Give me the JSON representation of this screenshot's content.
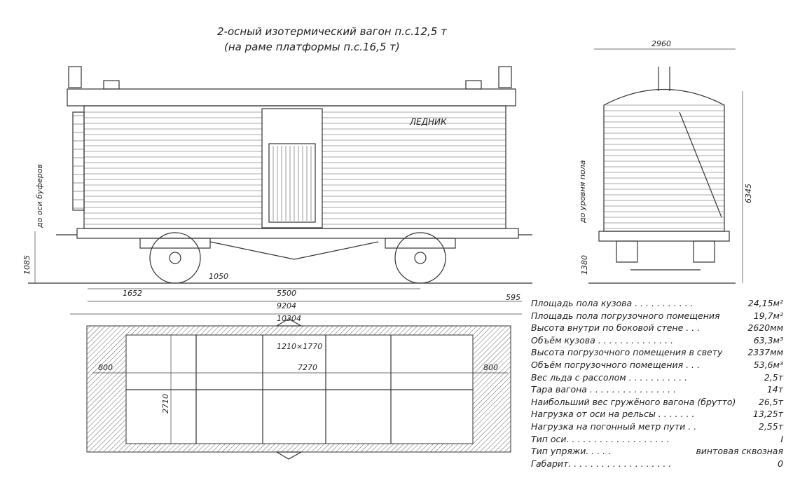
{
  "title": {
    "line1": "2-осный изотермический вагон п.с.12,5 т",
    "line2": "(на раме платформы п.с.16,5 т)"
  },
  "side_view": {
    "label": "ЛЕДНИК",
    "buffer_axis_note": "до оси буферов",
    "dims": {
      "height_buffer": "1085",
      "wheel_dia": "1050",
      "overhang": "1652",
      "wheelbase": "5500",
      "frame_length": "9204",
      "overall_length": "10304",
      "end_offset": "595"
    }
  },
  "end_view": {
    "floor_note": "до уровня пола",
    "dims": {
      "width": "2960",
      "height": "6345",
      "floor_height": "1380"
    }
  },
  "plan_view": {
    "dims": {
      "left": "800",
      "inner_length": "7270",
      "right": "800",
      "inner_width": "2710",
      "hatch": "1210×1770"
    }
  },
  "specs": [
    {
      "label": "Площадь пола кузова . . . . . . . . . . .",
      "value": "24,15м²"
    },
    {
      "label": "Площадь пола погрузочного помещения",
      "value": "19,7м²"
    },
    {
      "label": "Высота внутри по боковой стене . . .",
      "value": "2620мм"
    },
    {
      "label": "Объём кузова . . . . . . . . . . . . . .",
      "value": "63,3м³"
    },
    {
      "label": "Высота погрузочного помещения в свету",
      "value": "2337мм"
    },
    {
      "label": "Объём погрузочного помещения . . .",
      "value": "53,6м³"
    },
    {
      "label": "Вес льда с рассолом . . . . . . . . . . .",
      "value": "2,5т"
    },
    {
      "label": "Тара вагона . . . . . . . . . . . . . . . .",
      "value": "14т"
    },
    {
      "label": "Наибольший вес гружёного вагона (брутто)",
      "value": "26,5т"
    },
    {
      "label": "Нагрузка от оси на рельсы . . . . . . .",
      "value": "13,25т"
    },
    {
      "label": "Нагрузка на погонный метр пути . .",
      "value": "2,55т"
    },
    {
      "label": "Тип оси. . . . . . . . . . . . . . . . . . .",
      "value": "I"
    },
    {
      "label": "Тип упряжи. . . . .",
      "value": "винтовая сквозная"
    },
    {
      "label": "Габарит. . . . . . . . . . . . . . . . . . .",
      "value": "0"
    }
  ]
}
